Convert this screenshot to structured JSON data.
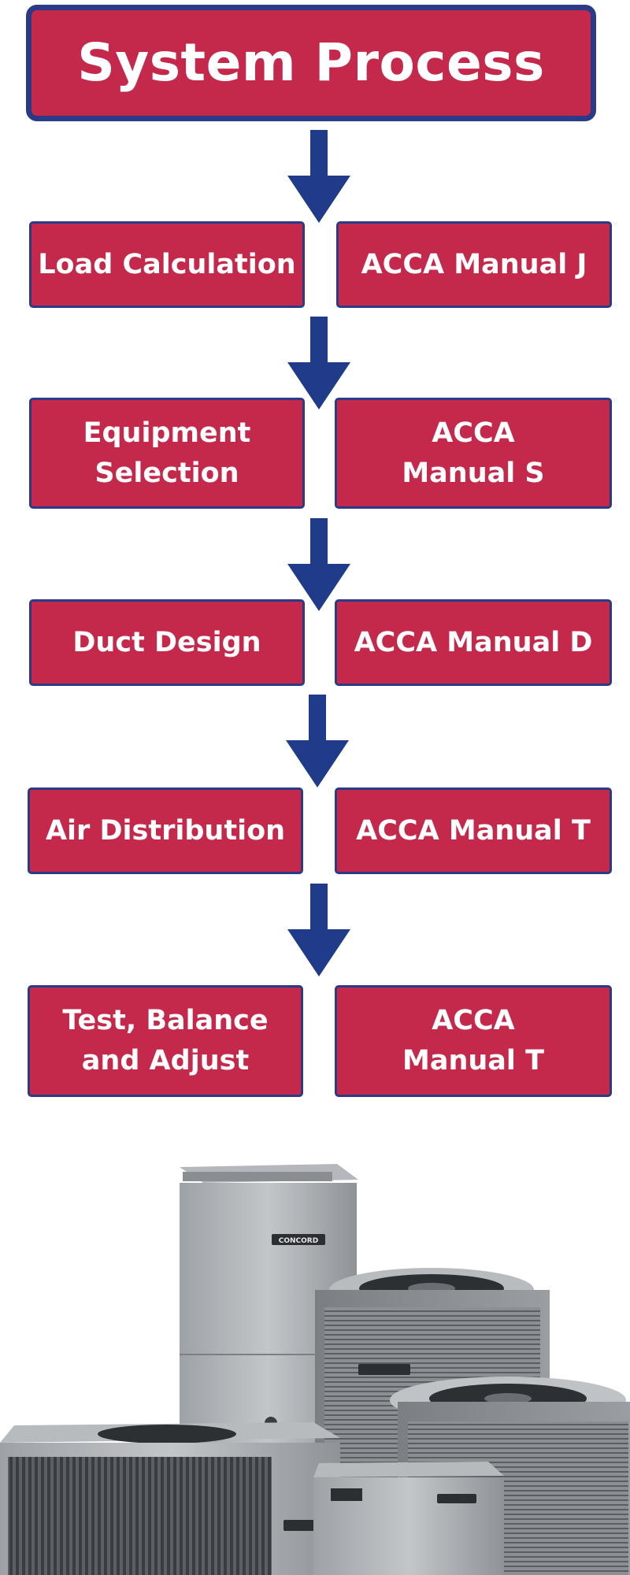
{
  "title": "System Process",
  "colors": {
    "box_fill": "#c4294b",
    "box_border": "#2b3a86",
    "arrow": "#1f3b8a",
    "text": "#ffffff"
  },
  "steps": [
    {
      "task": "Load Calculation",
      "standard": "ACCA Manual J"
    },
    {
      "task": "Equipment\nSelection",
      "standard": "ACCA\nManual S"
    },
    {
      "task": "Duct Design",
      "standard": "ACCA Manual D"
    },
    {
      "task": "Air Distribution",
      "standard": "ACCA Manual T"
    },
    {
      "task": "Test, Balance\nand Adjust",
      "standard": "ACCA\nManual T"
    }
  ],
  "product_image": {
    "brand_label": "CONCORD"
  }
}
